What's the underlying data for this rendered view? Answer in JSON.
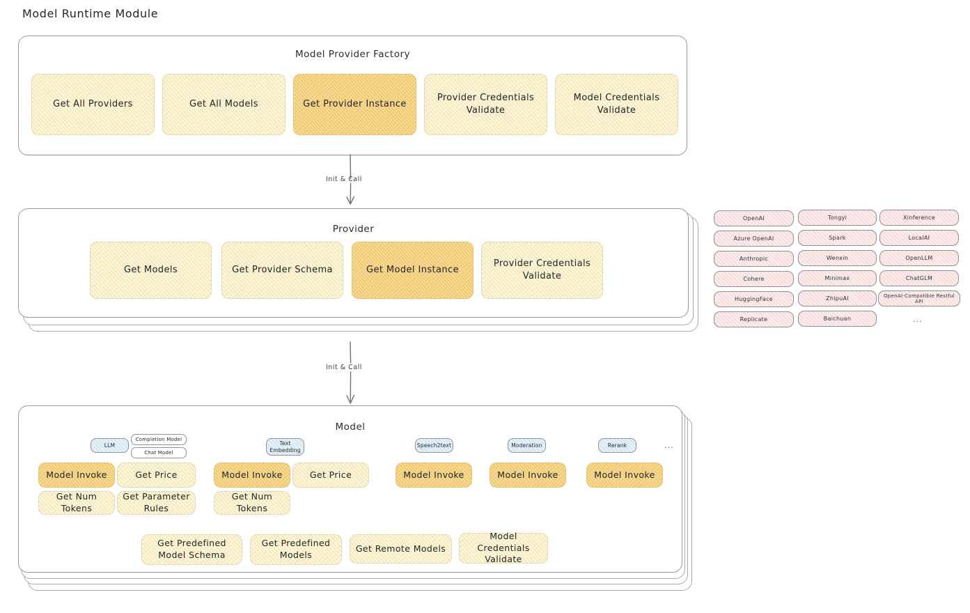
{
  "page": {
    "title": "Model Runtime Module"
  },
  "factory": {
    "title": "Model Provider Factory",
    "cards": [
      {
        "label": "Get All Providers",
        "highlighted": false
      },
      {
        "label": "Get All Models",
        "highlighted": false
      },
      {
        "label": "Get Provider Instance",
        "highlighted": true
      },
      {
        "label": "Provider Credentials Validate",
        "highlighted": false
      },
      {
        "label": "Model Credentials Validate",
        "highlighted": false
      }
    ]
  },
  "arrows": [
    {
      "label": "Init & Call"
    },
    {
      "label": "Init & Call"
    }
  ],
  "provider": {
    "title": "Provider",
    "cards": [
      {
        "label": "Get Models",
        "highlighted": false
      },
      {
        "label": "Get Provider Schema",
        "highlighted": false
      },
      {
        "label": "Get Model Instance",
        "highlighted": true
      },
      {
        "label": "Provider Credentials Validate",
        "highlighted": false
      }
    ]
  },
  "provider_list": {
    "column1": [
      "OpenAI",
      "Azure OpenAI",
      "Anthropic",
      "Cohere",
      "HuggingFace",
      "Replicate"
    ],
    "column2": [
      "Tongyi",
      "Spark",
      "Wenxin",
      "Minimax",
      "ZhipuAI",
      "Baichuan"
    ],
    "column3": [
      "Xinference",
      "LocalAI",
      "OpenLLM",
      "ChatGLM",
      "OpenAI-Compatible Restful API"
    ],
    "more": "..."
  },
  "model": {
    "title": "Model",
    "more": "...",
    "groups": [
      {
        "type_tag": "LLM",
        "sub_tags": [
          "Completion Model",
          "Chat Model"
        ],
        "cards": [
          {
            "label": "Model Invoke",
            "highlighted": true
          },
          {
            "label": "Get Price",
            "highlighted": false
          },
          {
            "label": "Get Num Tokens",
            "highlighted": false
          },
          {
            "label": "Get Parameter Rules",
            "highlighted": false
          }
        ]
      },
      {
        "type_tag": "Text Embedding",
        "sub_tags": [],
        "cards": [
          {
            "label": "Model Invoke",
            "highlighted": true
          },
          {
            "label": "Get Price",
            "highlighted": false
          },
          {
            "label": "Get Num Tokens",
            "highlighted": false
          }
        ]
      },
      {
        "type_tag": "Speech2text",
        "sub_tags": [],
        "cards": [
          {
            "label": "Model Invoke",
            "highlighted": true
          }
        ]
      },
      {
        "type_tag": "Moderation",
        "sub_tags": [],
        "cards": [
          {
            "label": "Model Invoke",
            "highlighted": true
          }
        ]
      },
      {
        "type_tag": "Rerank",
        "sub_tags": [],
        "cards": [
          {
            "label": "Model Invoke",
            "highlighted": true
          }
        ]
      }
    ],
    "shared_cards": [
      {
        "label": "Get Predefined Model Schema"
      },
      {
        "label": "Get Predefined Models"
      },
      {
        "label": "Get Remote Models"
      },
      {
        "label": "Model Credentials Validate"
      }
    ]
  },
  "colors": {
    "card_fill": "#fdf7df",
    "card_highlight_fill": "#f9dc9c",
    "provider_tag_fill": "#fdecec",
    "model_tag_fill": "#e6f1f8",
    "panel_border": "#9a9a9a",
    "text": "#1f2328"
  }
}
